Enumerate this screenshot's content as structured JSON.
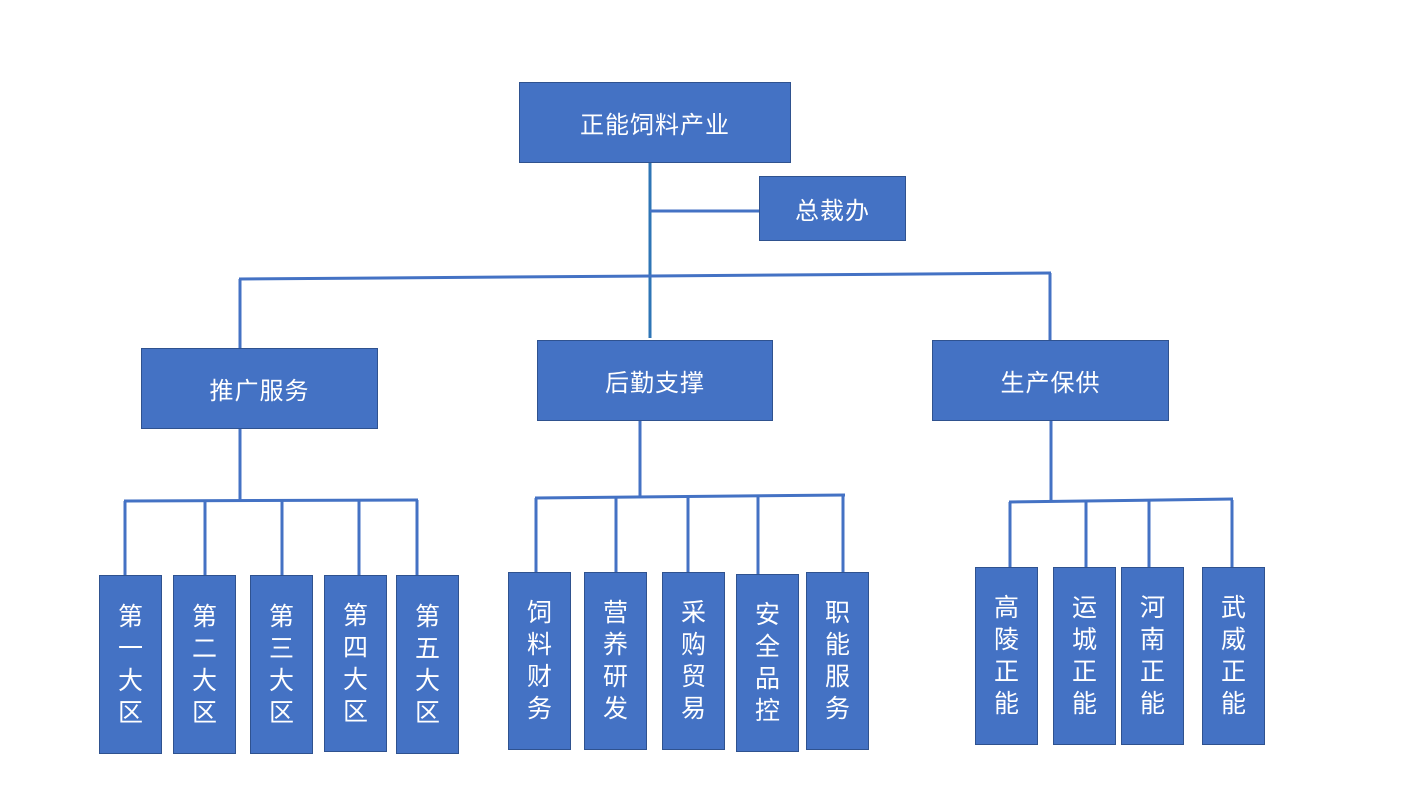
{
  "org_chart": {
    "root": "正能饲料产业",
    "office": "总裁办",
    "colors": {
      "box_fill": "#4472C4",
      "box_border": "#2F528F",
      "line": "#4472C4",
      "trunk": "#2E75B6",
      "text": "#FFFFFF"
    },
    "branches": [
      {
        "name": "推广服务",
        "children": [
          "第一大区",
          "第二大区",
          "第三大区",
          "第四大区",
          "第五大区"
        ]
      },
      {
        "name": "后勤支撑",
        "children": [
          "饲料财务",
          "营养研发",
          "采购贸易",
          "安全品控",
          "职能服务"
        ]
      },
      {
        "name": "生产保供",
        "children": [
          "高陵正能",
          "运城正能",
          "河南正能",
          "武威正能"
        ]
      }
    ]
  }
}
